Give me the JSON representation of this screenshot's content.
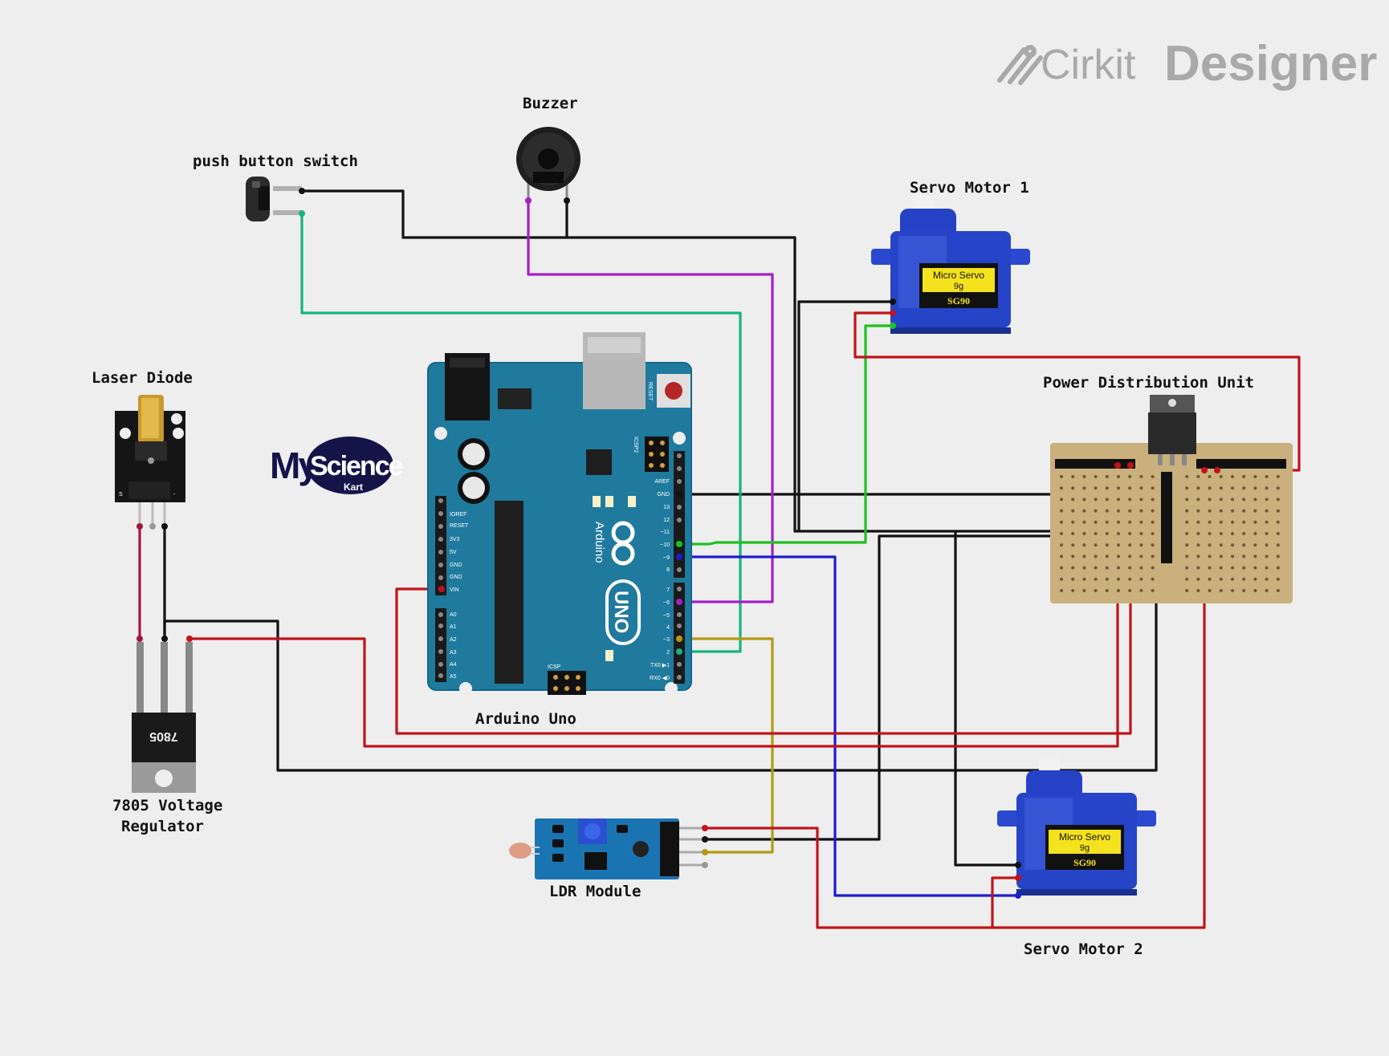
{
  "brand": {
    "name": "Cirkit",
    "product": "Designer"
  },
  "logo": {
    "line1": "My",
    "line2": "Science",
    "line3": "Kart"
  },
  "components": {
    "push_button": "push button switch",
    "buzzer": "Buzzer",
    "servo1": "Servo Motor 1",
    "servo2": "Servo Motor 2",
    "laser": "Laser Diode",
    "pdu": "Power Distribution Unit",
    "arduino": "Arduino Uno",
    "regulator_line1": "7805 Voltage",
    "regulator_line2": "Regulator",
    "ldr": "LDR Module"
  },
  "parts_text": {
    "servo_label1": "Micro Servo",
    "servo_label2": "9g",
    "servo_model": "SG90",
    "regulator_chip": "7805",
    "arduino_brand": "Arduino",
    "arduino_model": "UNO",
    "reset": "RESET",
    "icsp": "ICSP",
    "icsp2": "ICSP2",
    "power_pins": [
      "IOREF",
      "RESET",
      "3V3",
      "5V",
      "GND",
      "GND",
      "VIN"
    ],
    "analog_pins": [
      "A0",
      "A1",
      "A2",
      "A3",
      "A4",
      "A5"
    ],
    "digital_pins_top": [
      "AREF",
      "GND",
      "13",
      "12",
      "~11",
      "~10",
      "~9",
      "8"
    ],
    "digital_pins_bottom": [
      "7",
      "~6",
      "~5",
      "4",
      "~3",
      "2",
      "TX0 ▶1",
      "RX0 ◀0"
    ],
    "laser_pins": [
      "S",
      "-"
    ]
  },
  "wire_colors": {
    "black": "#111111",
    "red": "#c0141b",
    "green": "#15b380",
    "purple": "#a41fc4",
    "lime": "#20c020",
    "blue": "#1d1dcc",
    "olive": "#b39a15",
    "maroon": "#a0183c"
  }
}
